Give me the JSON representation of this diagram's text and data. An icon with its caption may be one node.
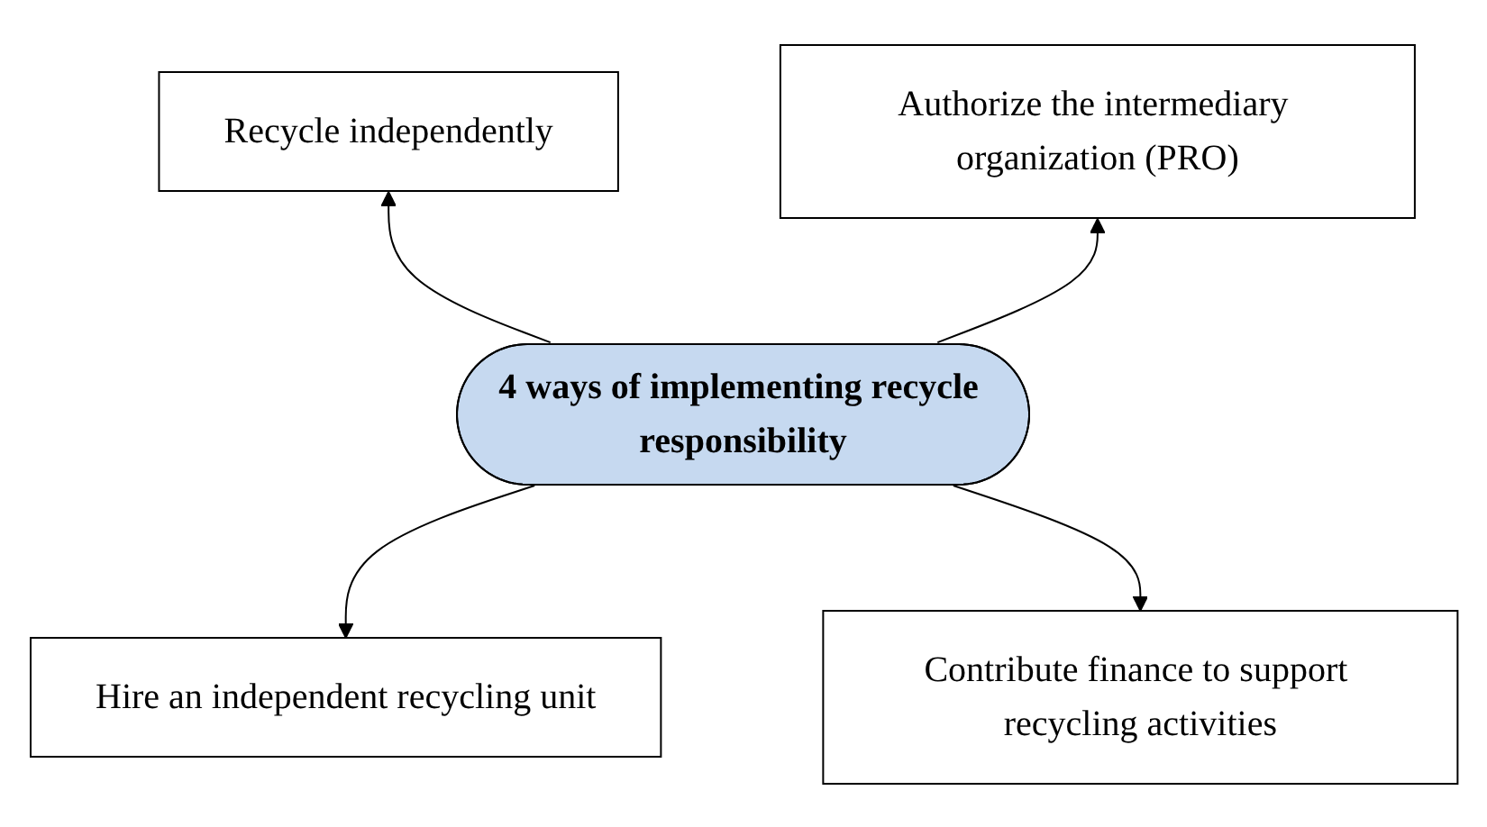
{
  "diagram": {
    "nodes": [
      {
        "text": [
          "Recycle independently"
        ]
      },
      {
        "text": [
          "Authorize the intermediary organization (PRO)"
        ]
      },
      {
        "text": [
          "4 ways of implementing recycle responsibility"
        ]
      },
      {
        "text": [
          "Hire an independent recycling unit"
        ]
      },
      {
        "text": [
          "Contribute finance to support recycling activities"
        ]
      }
    ],
    "edges": [
      {
        "from": 2,
        "to": 0,
        "arrow": "to"
      },
      {
        "from": 2,
        "to": 1,
        "arrow": "to"
      },
      {
        "from": 2,
        "to": 3,
        "arrow": "to"
      },
      {
        "from": 2,
        "to": 4,
        "arrow": "to"
      }
    ]
  }
}
